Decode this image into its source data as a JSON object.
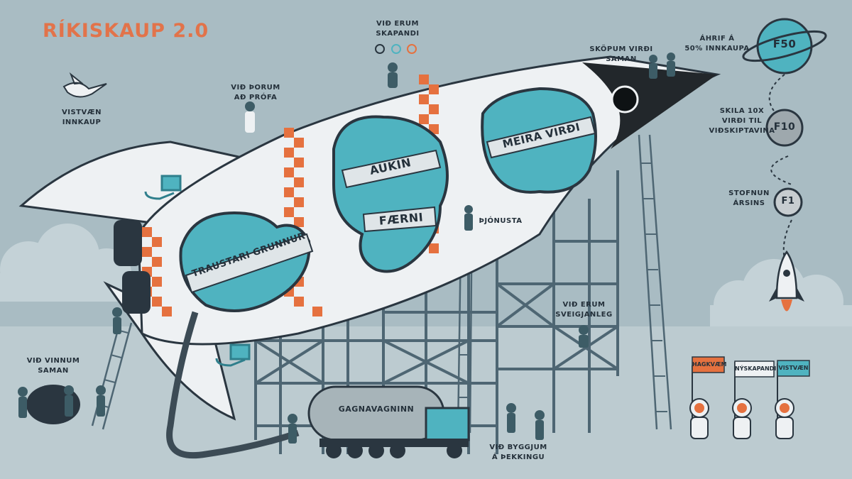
{
  "title": "RÍKISKAUP 2.0",
  "labels": {
    "skapandi": "VIÐ ERUM\nSKAPANDI",
    "skopum": "SKÖPUM VIRÐI\nSAMAN",
    "ahrif": "ÁHRIF Á\n50% INNKAUPA",
    "vistvaen_innkaup": "VISTVÆN\nINNKAUP",
    "thorum": "VIÐ ÞORUM\nAÐ PRÓFA",
    "skila": "SKILA 10X\nVIRÐI TIL\nVIÐSKIPTAVINA",
    "stofnun": "STOFNUN\nÁRSINS",
    "thjonusta": "ÞJÓNUSTA",
    "sveigjanleg": "VIÐ ERUM\nSVEIGJANLEG",
    "vinnum": "VIÐ VINNUM\nSAMAN",
    "byggjum": "VIÐ BYGGJUM\nÁ ÞEKKINGU"
  },
  "windows": {
    "traustari": "TRAUSTARI GRUNNUR",
    "aukin": "AUKIN",
    "faerni": "FÆRNI",
    "meira": "MEIRA VIRÐI"
  },
  "tanker": "GAGNAVAGNINN",
  "planets": {
    "f50": "F50",
    "f10": "F10",
    "f1": "F1"
  },
  "flags": [
    "HAGKVÆM",
    "NÝSKAPANDI",
    "VISTVÆN"
  ]
}
